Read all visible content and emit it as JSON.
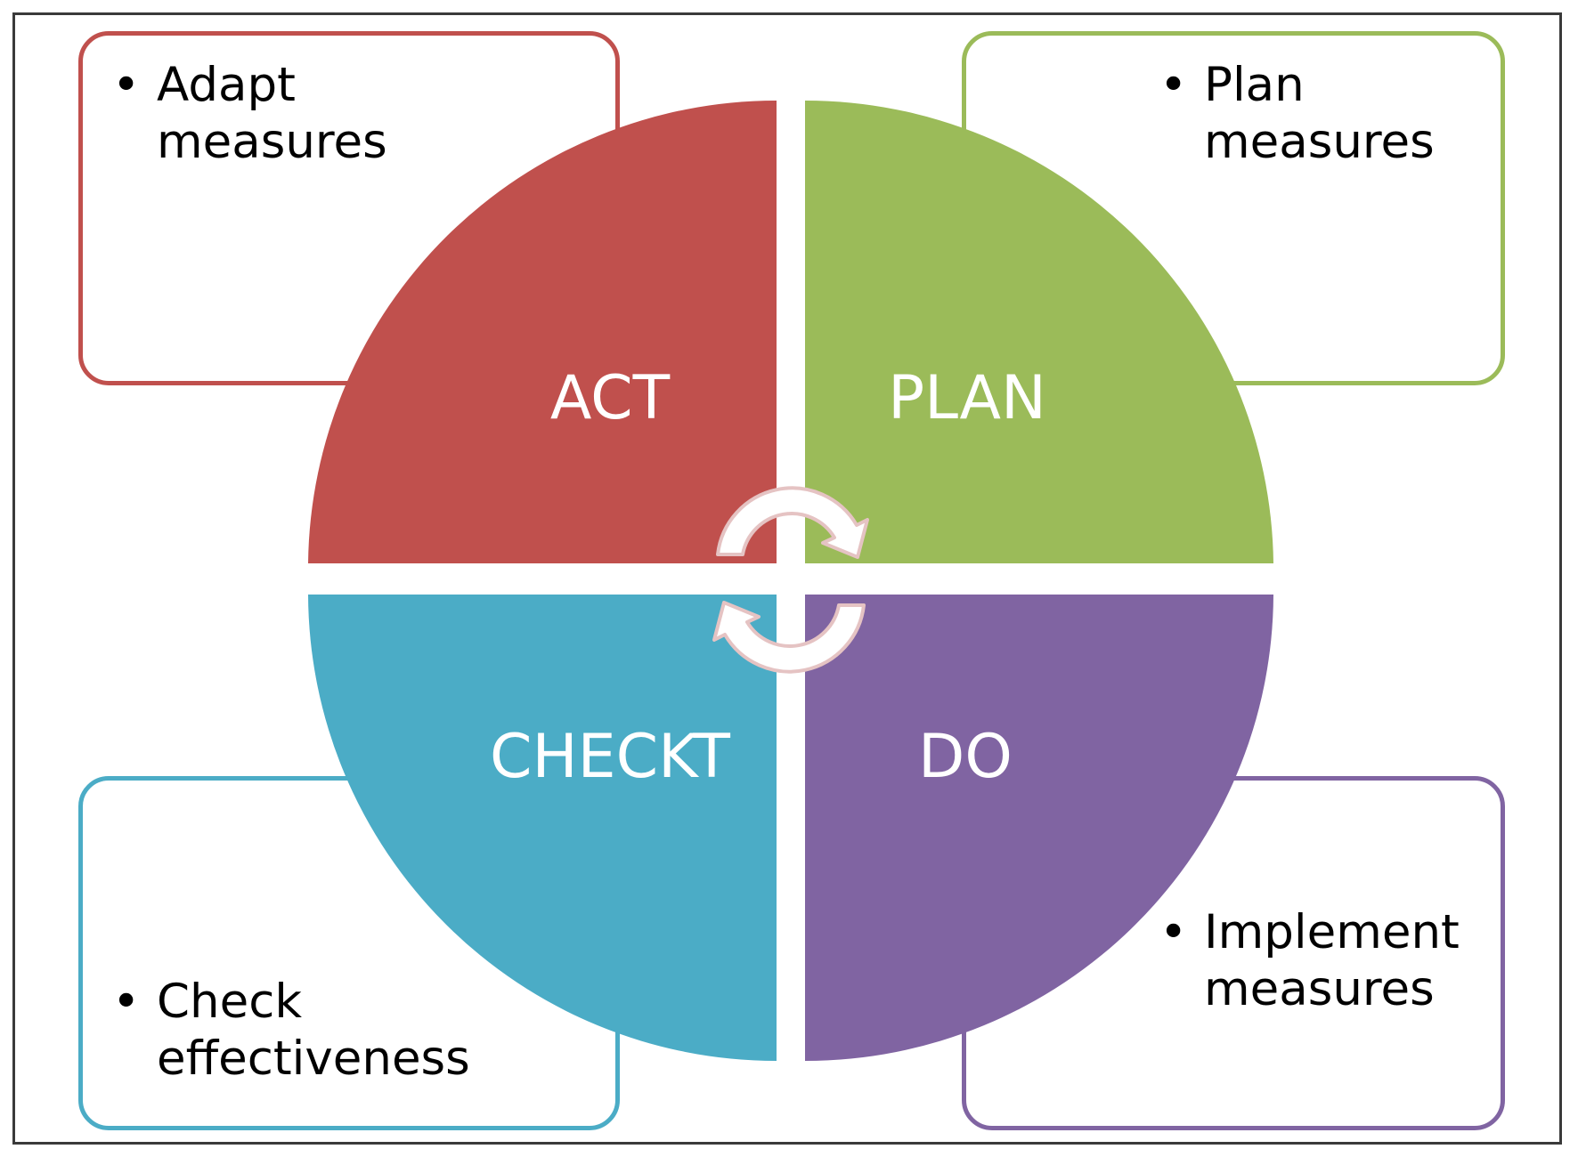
{
  "quadrants": {
    "act": {
      "label": "ACT",
      "color": "#c0504d"
    },
    "plan": {
      "label": "PLAN",
      "color": "#9bbb59"
    },
    "check": {
      "label": "CHECKT",
      "color": "#4bacc6"
    },
    "do": {
      "label": "DO",
      "color": "#8064a2"
    }
  },
  "notes": {
    "act": {
      "line1": "Adapt",
      "line2": "measures",
      "bullet": "•"
    },
    "plan": {
      "line1": "Plan",
      "line2": "measures",
      "bullet": "•"
    },
    "check": {
      "line1": "Check",
      "line2": "effectiveness",
      "bullet": "•"
    },
    "do": {
      "line1": "Implement",
      "line2": "measures",
      "bullet": "•"
    }
  },
  "icons": {
    "top_arrow": "clockwise-arrow-icon",
    "bottom_arrow": "clockwise-arrow-icon"
  },
  "colors": {
    "arrow_fill": "#ffffff",
    "arrow_stroke": "#e8c4c4"
  }
}
